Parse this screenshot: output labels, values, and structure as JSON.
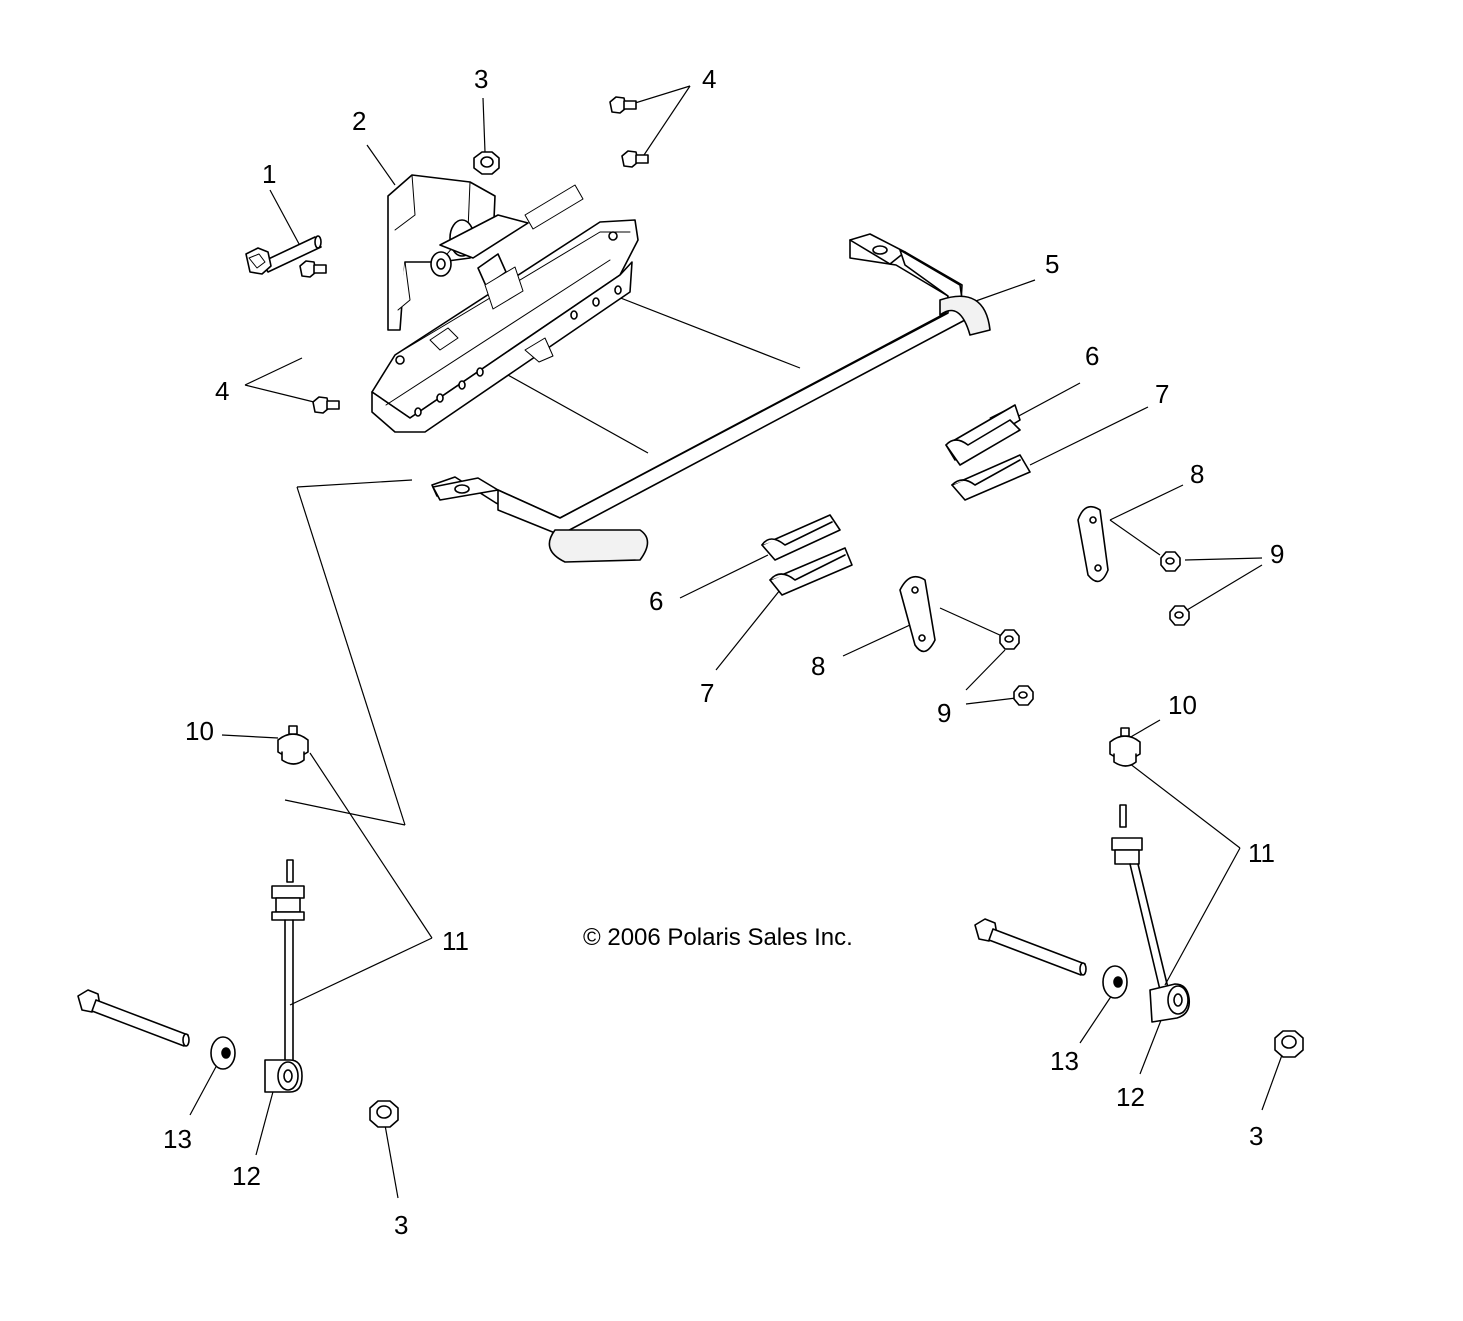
{
  "copyright": "© 2006 Polaris Sales Inc.",
  "callouts": {
    "c1": "1",
    "c2": "2",
    "c3a": "3",
    "c4a": "4",
    "c4b": "4",
    "c5": "5",
    "c6a": "6",
    "c7a": "7",
    "c8a": "8",
    "c9a": "9",
    "c6b": "6",
    "c7b": "7",
    "c8b": "8",
    "c9b": "9",
    "c10a": "10",
    "c10b": "10",
    "c11a": "11",
    "c11b": "11",
    "c12a": "12",
    "c12b": "12",
    "c13a": "13",
    "c13b": "13",
    "c3b": "3",
    "c3c": "3"
  }
}
